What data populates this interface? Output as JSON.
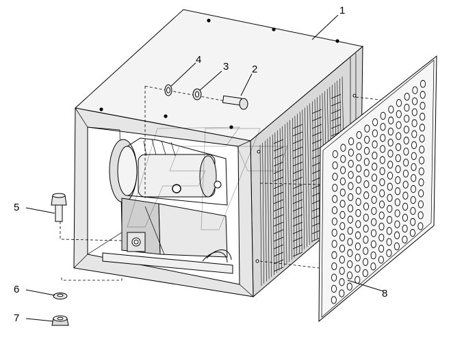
{
  "callouts": [
    {
      "id": "1",
      "text": "1"
    },
    {
      "id": "2",
      "text": "2"
    },
    {
      "id": "3",
      "text": "3"
    },
    {
      "id": "4",
      "text": "4"
    },
    {
      "id": "5",
      "text": "5"
    },
    {
      "id": "6",
      "text": "6"
    },
    {
      "id": "7",
      "text": "7"
    },
    {
      "id": "8",
      "text": "8"
    }
  ],
  "colors": {
    "line": "#000000",
    "face_light": "#f2f2f2",
    "face_mid": "#dcdcdc",
    "face_dark": "#b8b8b8",
    "background": "#ffffff"
  }
}
